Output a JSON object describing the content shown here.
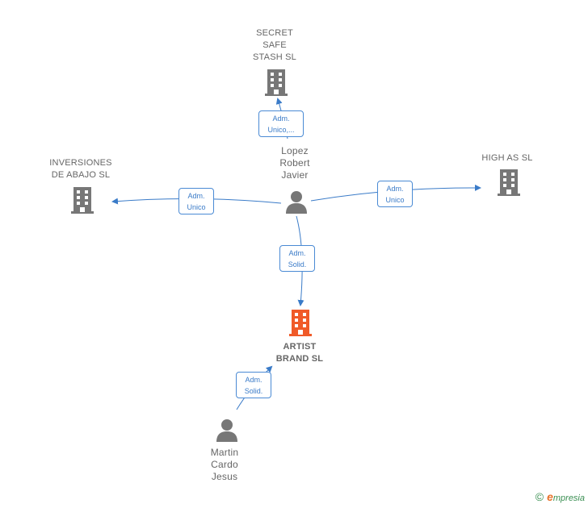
{
  "nodes": {
    "secret_safe_stash": {
      "label": "SECRET\nSAFE\nSTASH  SL"
    },
    "inversiones_de_abajo": {
      "label": "INVERSIONES\nDE ABAJO  SL"
    },
    "high_as": {
      "label": "HIGH AS  SL"
    },
    "lopez_robert_javier": {
      "label": "Lopez\nRobert\nJavier"
    },
    "artist_brand": {
      "label": "ARTIST\nBRAND  SL"
    },
    "martin_cardo_jesus": {
      "label": "Martin\nCardo\nJesus"
    }
  },
  "edges": {
    "to_secret": {
      "line1": "Adm.",
      "line2": "Unico,..."
    },
    "to_inversiones": {
      "line1": "Adm.",
      "line2": "Unico"
    },
    "to_high_as": {
      "line1": "Adm.",
      "line2": "Unico"
    },
    "to_artist_from_lopez": {
      "line1": "Adm.",
      "line2": "Solid."
    },
    "to_artist_from_martin": {
      "line1": "Adm.",
      "line2": "Solid."
    }
  },
  "footer": {
    "copyright": "©",
    "brand_initial": "e",
    "brand_rest": "mpresia"
  },
  "colors": {
    "building_gray": "#777777",
    "building_main": "#f05a28",
    "person_gray": "#777777",
    "edge_blue": "#3a7bc8"
  }
}
